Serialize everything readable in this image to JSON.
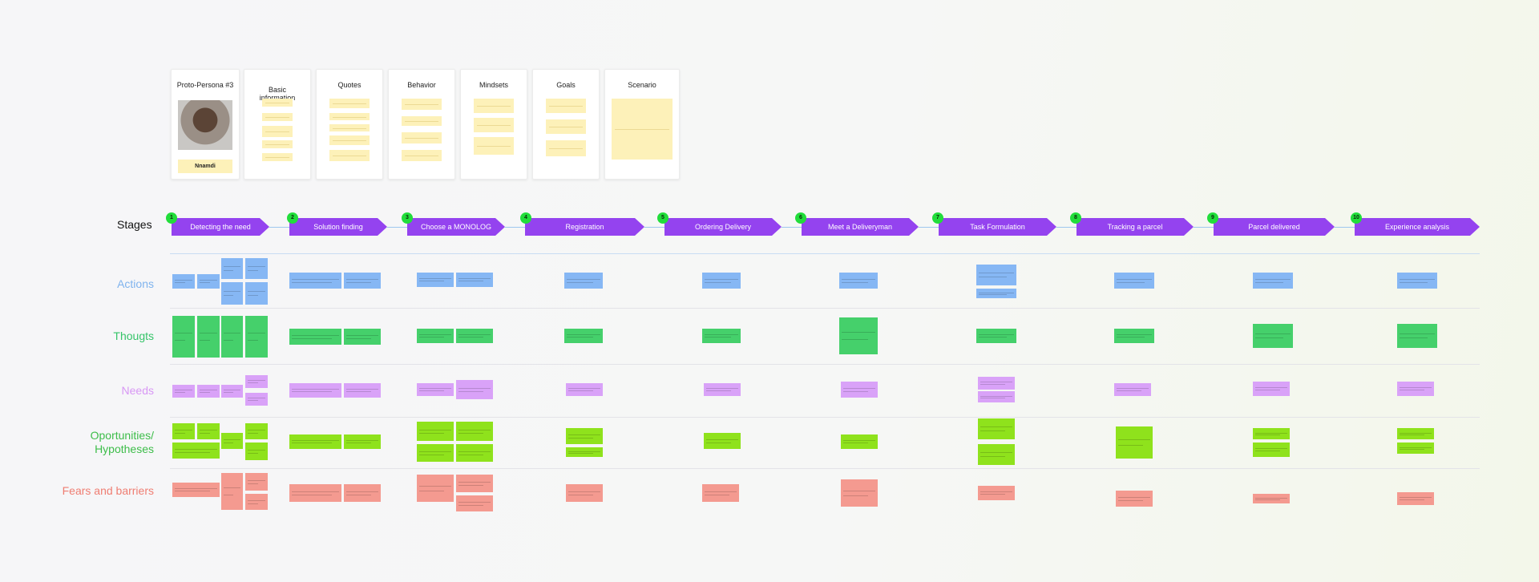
{
  "persona": {
    "cards": [
      {
        "id": "persona",
        "title": "Proto-Persona #3",
        "name": "Nnamdi"
      },
      {
        "id": "basic",
        "title": "Basic information"
      },
      {
        "id": "quotes",
        "title": "Quotes"
      },
      {
        "id": "behavior",
        "title": "Behavior"
      },
      {
        "id": "mindsets",
        "title": "Mindsets"
      },
      {
        "id": "goals",
        "title": "Goals"
      },
      {
        "id": "scenario",
        "title": "Scenario"
      }
    ]
  },
  "journey": {
    "stages_label": "Stages",
    "stages": [
      {
        "number": "1",
        "label": "Detecting the need"
      },
      {
        "number": "2",
        "label": "Solution finding"
      },
      {
        "number": "3",
        "label": "Choose a MONOLOG"
      },
      {
        "number": "4",
        "label": "Registration"
      },
      {
        "number": "5",
        "label": "Ordering Delivery"
      },
      {
        "number": "6",
        "label": "Meet a Deliveryman"
      },
      {
        "number": "7",
        "label": "Task Formulation"
      },
      {
        "number": "8",
        "label": "Tracking a parcel"
      },
      {
        "number": "9",
        "label": "Parcel delivered"
      },
      {
        "number": "10",
        "label": "Experience analysis"
      }
    ],
    "rows": [
      {
        "id": "actions",
        "label": "Actions",
        "color": "#7fb3ee"
      },
      {
        "id": "thoughts",
        "label": "Thougts",
        "color": "#36c46a"
      },
      {
        "id": "needs",
        "label": "Needs",
        "color": "#d897f5"
      },
      {
        "id": "opportunities",
        "label_line1": "Oportunities/",
        "label_line2": "Hypotheses",
        "color": "#3dbd4a"
      },
      {
        "id": "fears",
        "label": "Fears and barriers",
        "color": "#ef7d72"
      }
    ]
  },
  "colors": {
    "stage_arrow": "#9443ef",
    "stage_badge": "#22dd3b",
    "sticky_yellow": "#fdf1b9",
    "note_blue": "#86b7f4",
    "note_green": "#45d06b",
    "note_purple": "#d9a2f8",
    "note_lime": "#8fe21c",
    "note_red": "#f49a90"
  }
}
